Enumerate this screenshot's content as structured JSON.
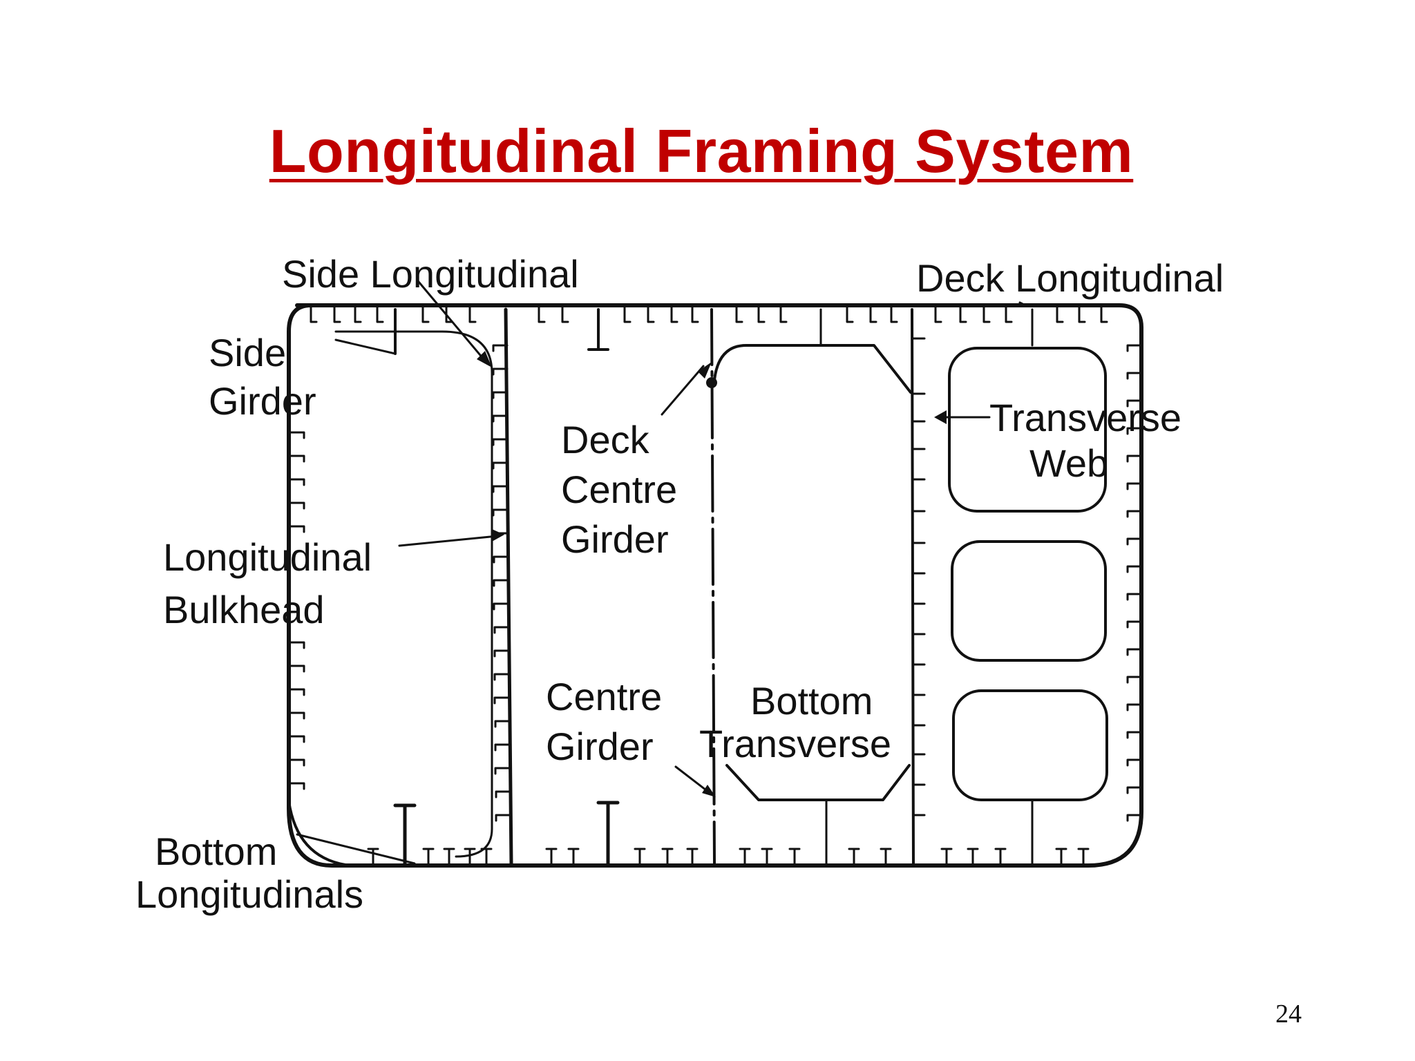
{
  "slide": {
    "title": "Longitudinal Framing System",
    "page_number": "24"
  },
  "diagram": {
    "labels": {
      "side_longitudinal": "Side Longitudinal",
      "deck_longitudinal": "Deck Longitudinal",
      "side_girder_line1": "Side",
      "side_girder_line2": "Girder",
      "deck_centre_girder_line1": "Deck",
      "deck_centre_girder_line2": "Centre",
      "deck_centre_girder_line3": "Girder",
      "transverse_web_line1": "Transverse",
      "transverse_web_line2": "Web",
      "longitudinal_bulkhead_line1": "Longitudinal",
      "longitudinal_bulkhead_line2": "Bulkhead",
      "centre_girder_line1": "Centre",
      "centre_girder_line2": "Girder",
      "bottom_transverse_line1": "Bottom",
      "bottom_transverse_line2": "Transverse",
      "bottom_longitudinals_line1": "Bottom",
      "bottom_longitudinals_line2": "Longitudinals"
    }
  },
  "colors": {
    "title": "#c00000",
    "ink": "#111111"
  }
}
